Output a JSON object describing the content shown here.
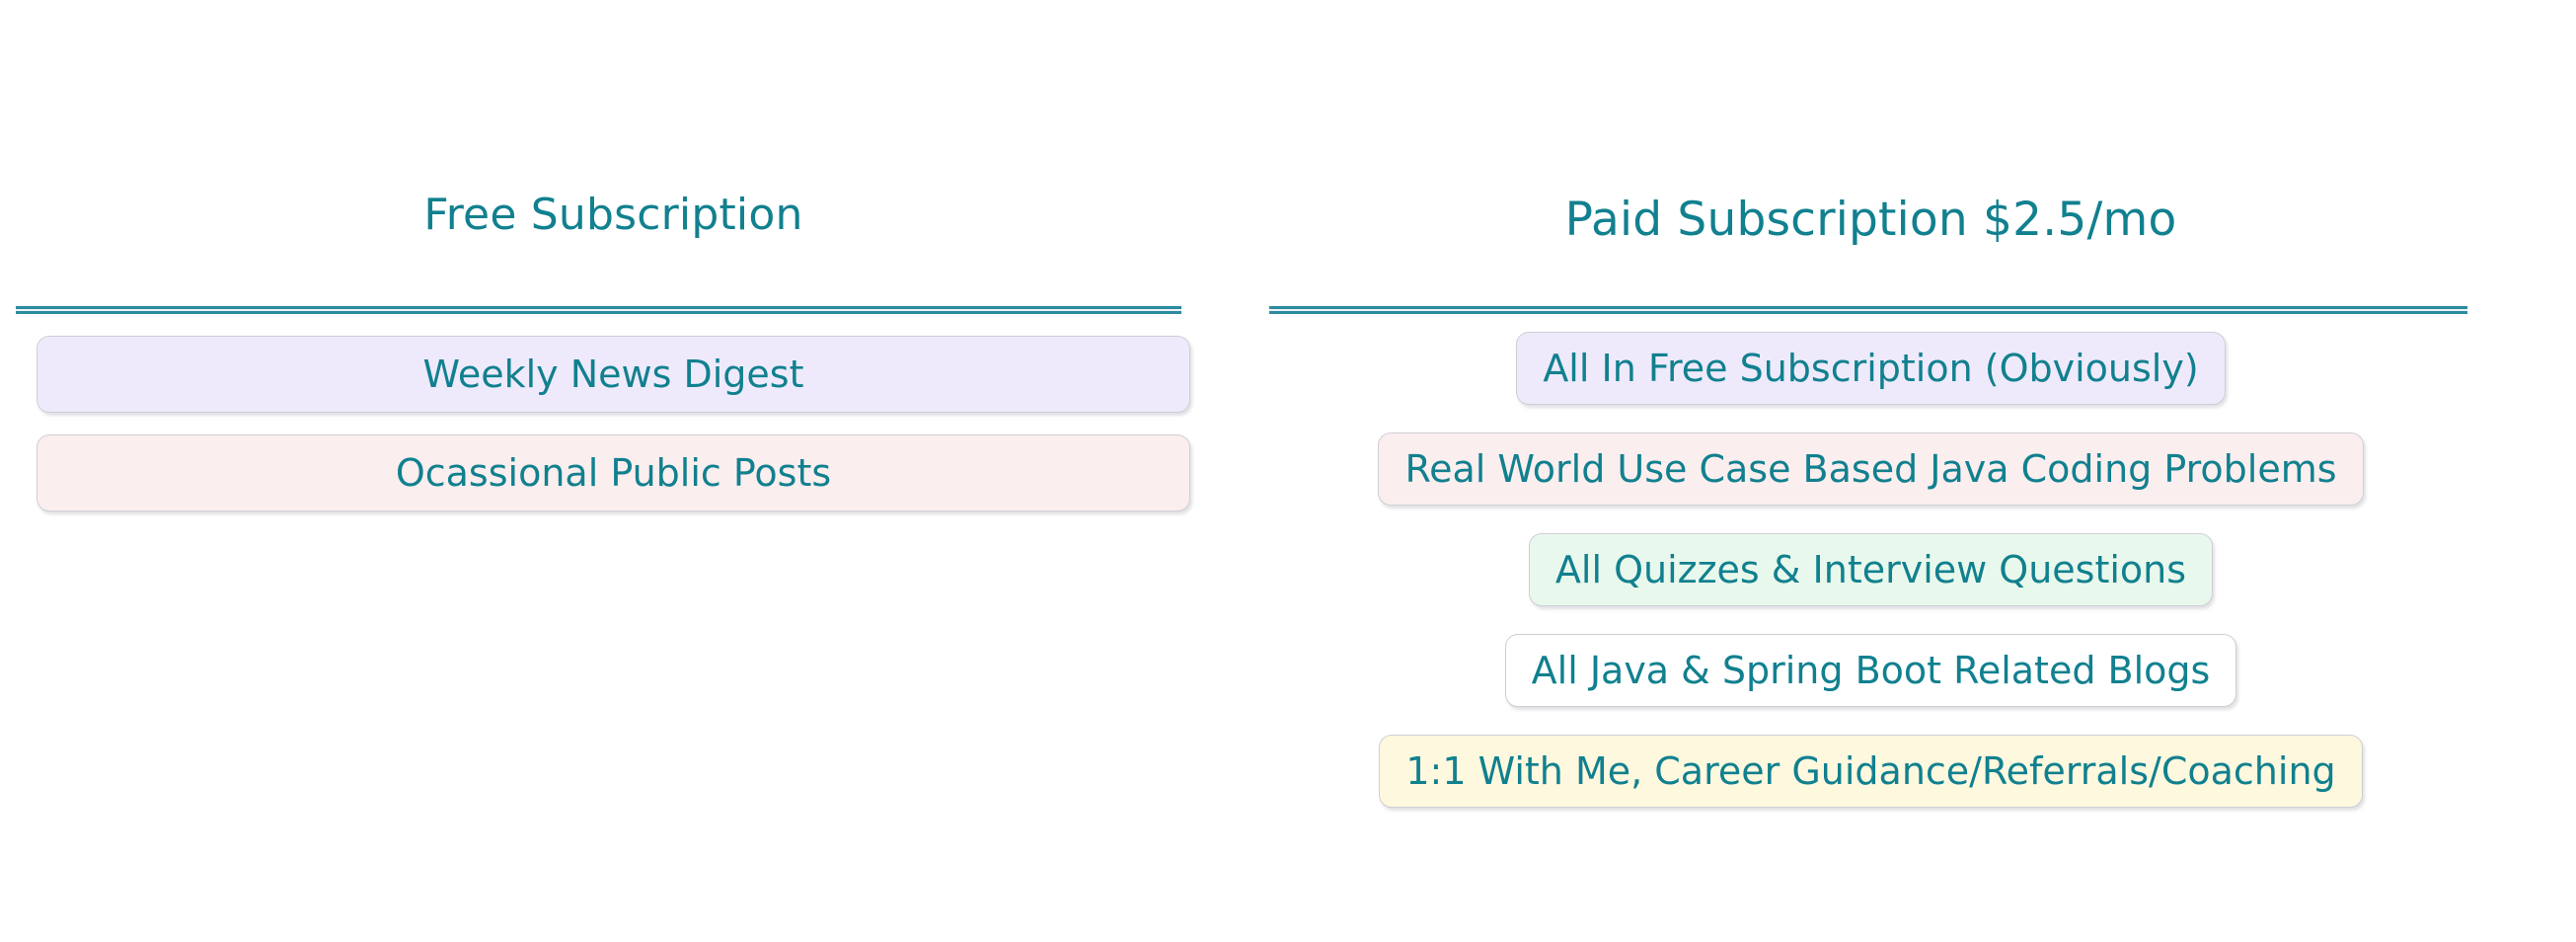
{
  "palette": {
    "teal_text": "#11808F",
    "rule_teal": "#2C8CA0",
    "pill_border": "#CFCFD6",
    "lavender": "#EEEAFB",
    "pink": "#FBEEEE",
    "mint": "#E9F8EC",
    "white": "#FFFFFF",
    "cream": "#FEF8DE",
    "page_background": "#FFFFFF"
  },
  "columns": [
    {
      "id": "free",
      "title": "Free Subscription",
      "features": [
        {
          "label": "Weekly News Digest",
          "color": "#EEEAFB"
        },
        {
          "label": "Ocassional Public Posts",
          "color": "#FBEEEE"
        }
      ]
    },
    {
      "id": "paid",
      "title": "Paid Subscription $2.5/mo",
      "features": [
        {
          "label": "All In Free Subscription (Obviously)",
          "color": "#EEEAFB"
        },
        {
          "label": "Real World Use Case Based Java Coding Problems",
          "color": "#FBEEEE"
        },
        {
          "label": "All Quizzes & Interview Questions",
          "color": "#E9F8EC"
        },
        {
          "label": "All Java & Spring Boot Related Blogs",
          "color": "#FFFFFF"
        },
        {
          "label": "1:1 With Me, Career Guidance/Referrals/Coaching",
          "color": "#FEF8DE"
        }
      ]
    }
  ]
}
